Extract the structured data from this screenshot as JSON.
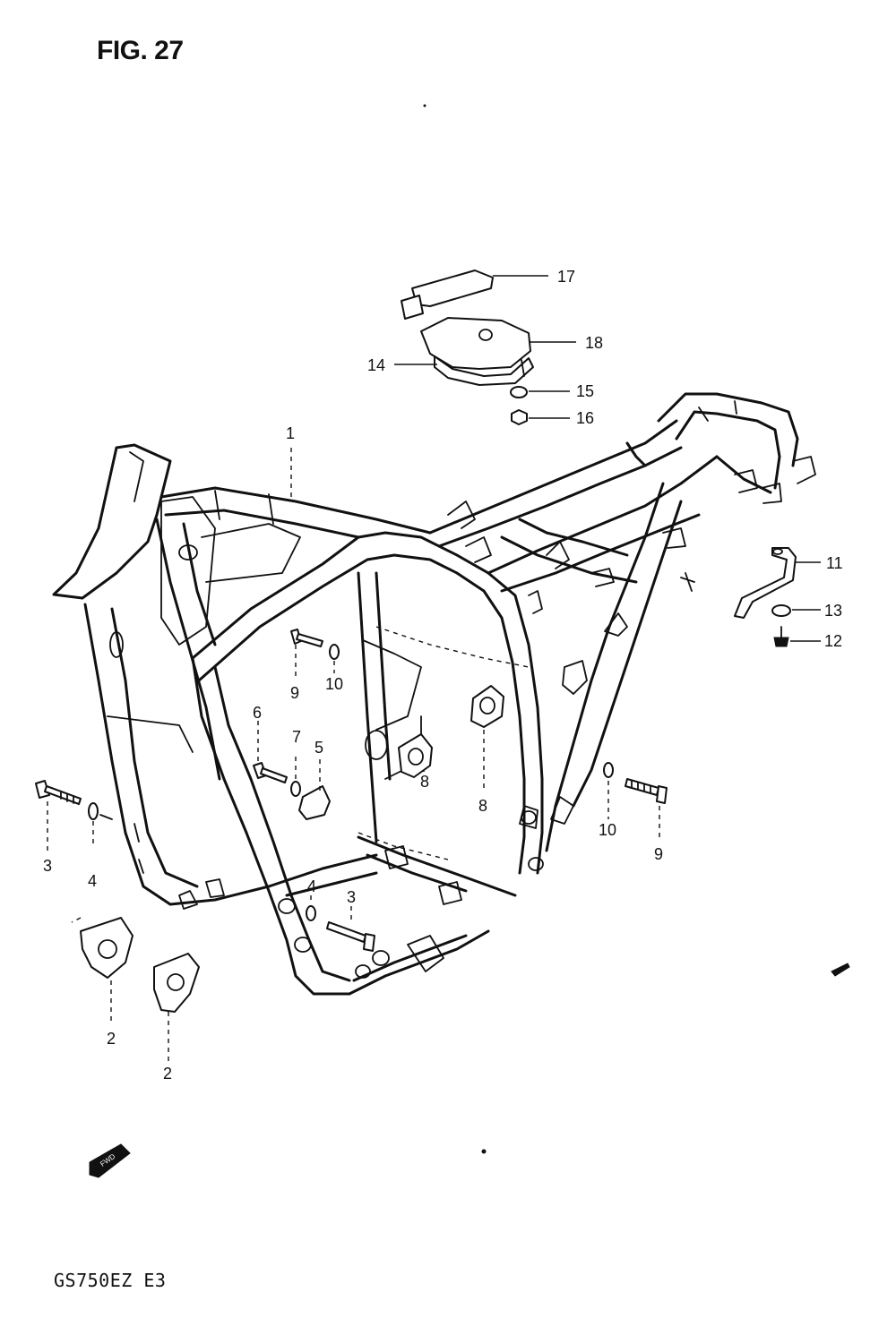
{
  "figure": {
    "title": "FIG. 27",
    "model": "GS750EZ  E3"
  },
  "callouts": [
    {
      "id": "c17",
      "label": "17"
    },
    {
      "id": "c18",
      "label": "18"
    },
    {
      "id": "c14",
      "label": "14"
    },
    {
      "id": "c15",
      "label": "15"
    },
    {
      "id": "c16",
      "label": "16"
    },
    {
      "id": "c1",
      "label": "1"
    },
    {
      "id": "c11",
      "label": "11"
    },
    {
      "id": "c13",
      "label": "13"
    },
    {
      "id": "c12",
      "label": "12"
    },
    {
      "id": "c9a",
      "label": "9"
    },
    {
      "id": "c10a",
      "label": "10"
    },
    {
      "id": "c6",
      "label": "6"
    },
    {
      "id": "c7",
      "label": "7"
    },
    {
      "id": "c5",
      "label": "5"
    },
    {
      "id": "c8a",
      "label": "8"
    },
    {
      "id": "c8b",
      "label": "8"
    },
    {
      "id": "c10b",
      "label": "10"
    },
    {
      "id": "c9b",
      "label": "9"
    },
    {
      "id": "c3a",
      "label": "3"
    },
    {
      "id": "c4a",
      "label": "4"
    },
    {
      "id": "c4b",
      "label": "4"
    },
    {
      "id": "c3b",
      "label": "3"
    },
    {
      "id": "c2a",
      "label": "2"
    },
    {
      "id": "c2b",
      "label": "2"
    }
  ],
  "front_arrow_label": "FWD"
}
